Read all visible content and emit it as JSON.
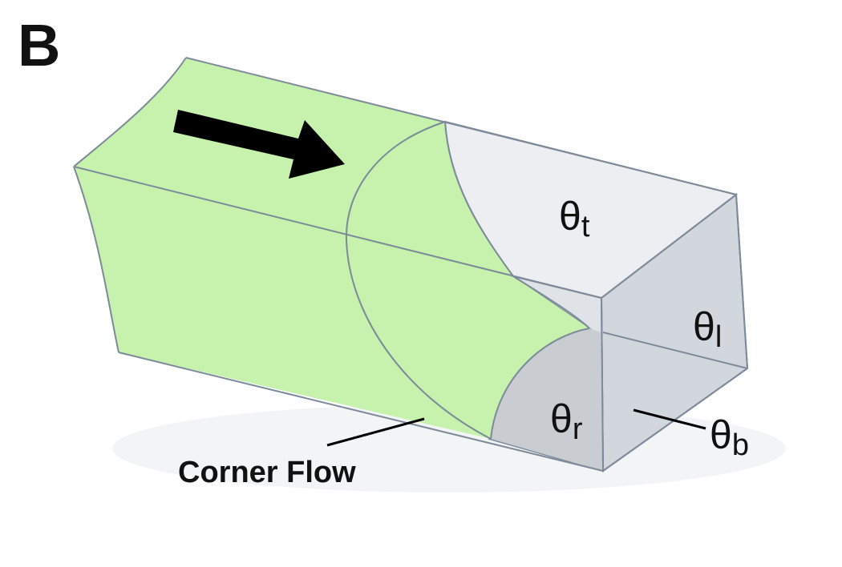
{
  "panel_label": "B",
  "labels": {
    "theta_symbol": "θ",
    "top_sub": "t",
    "left_sub": "l",
    "right_sub": "r",
    "bottom_sub": "b",
    "corner_flow": "Corner Flow"
  },
  "colors": {
    "liquid_green": "#c6f2ad",
    "front_face": "#dfe3e7",
    "top_face": "#eceef1",
    "right_face": "#d2d7dd",
    "bottom_face": "#c9cdd2",
    "edge": "#7d8a9a",
    "arrow": "#000000"
  },
  "icons": {
    "flow_direction": "right-arrow-icon"
  }
}
